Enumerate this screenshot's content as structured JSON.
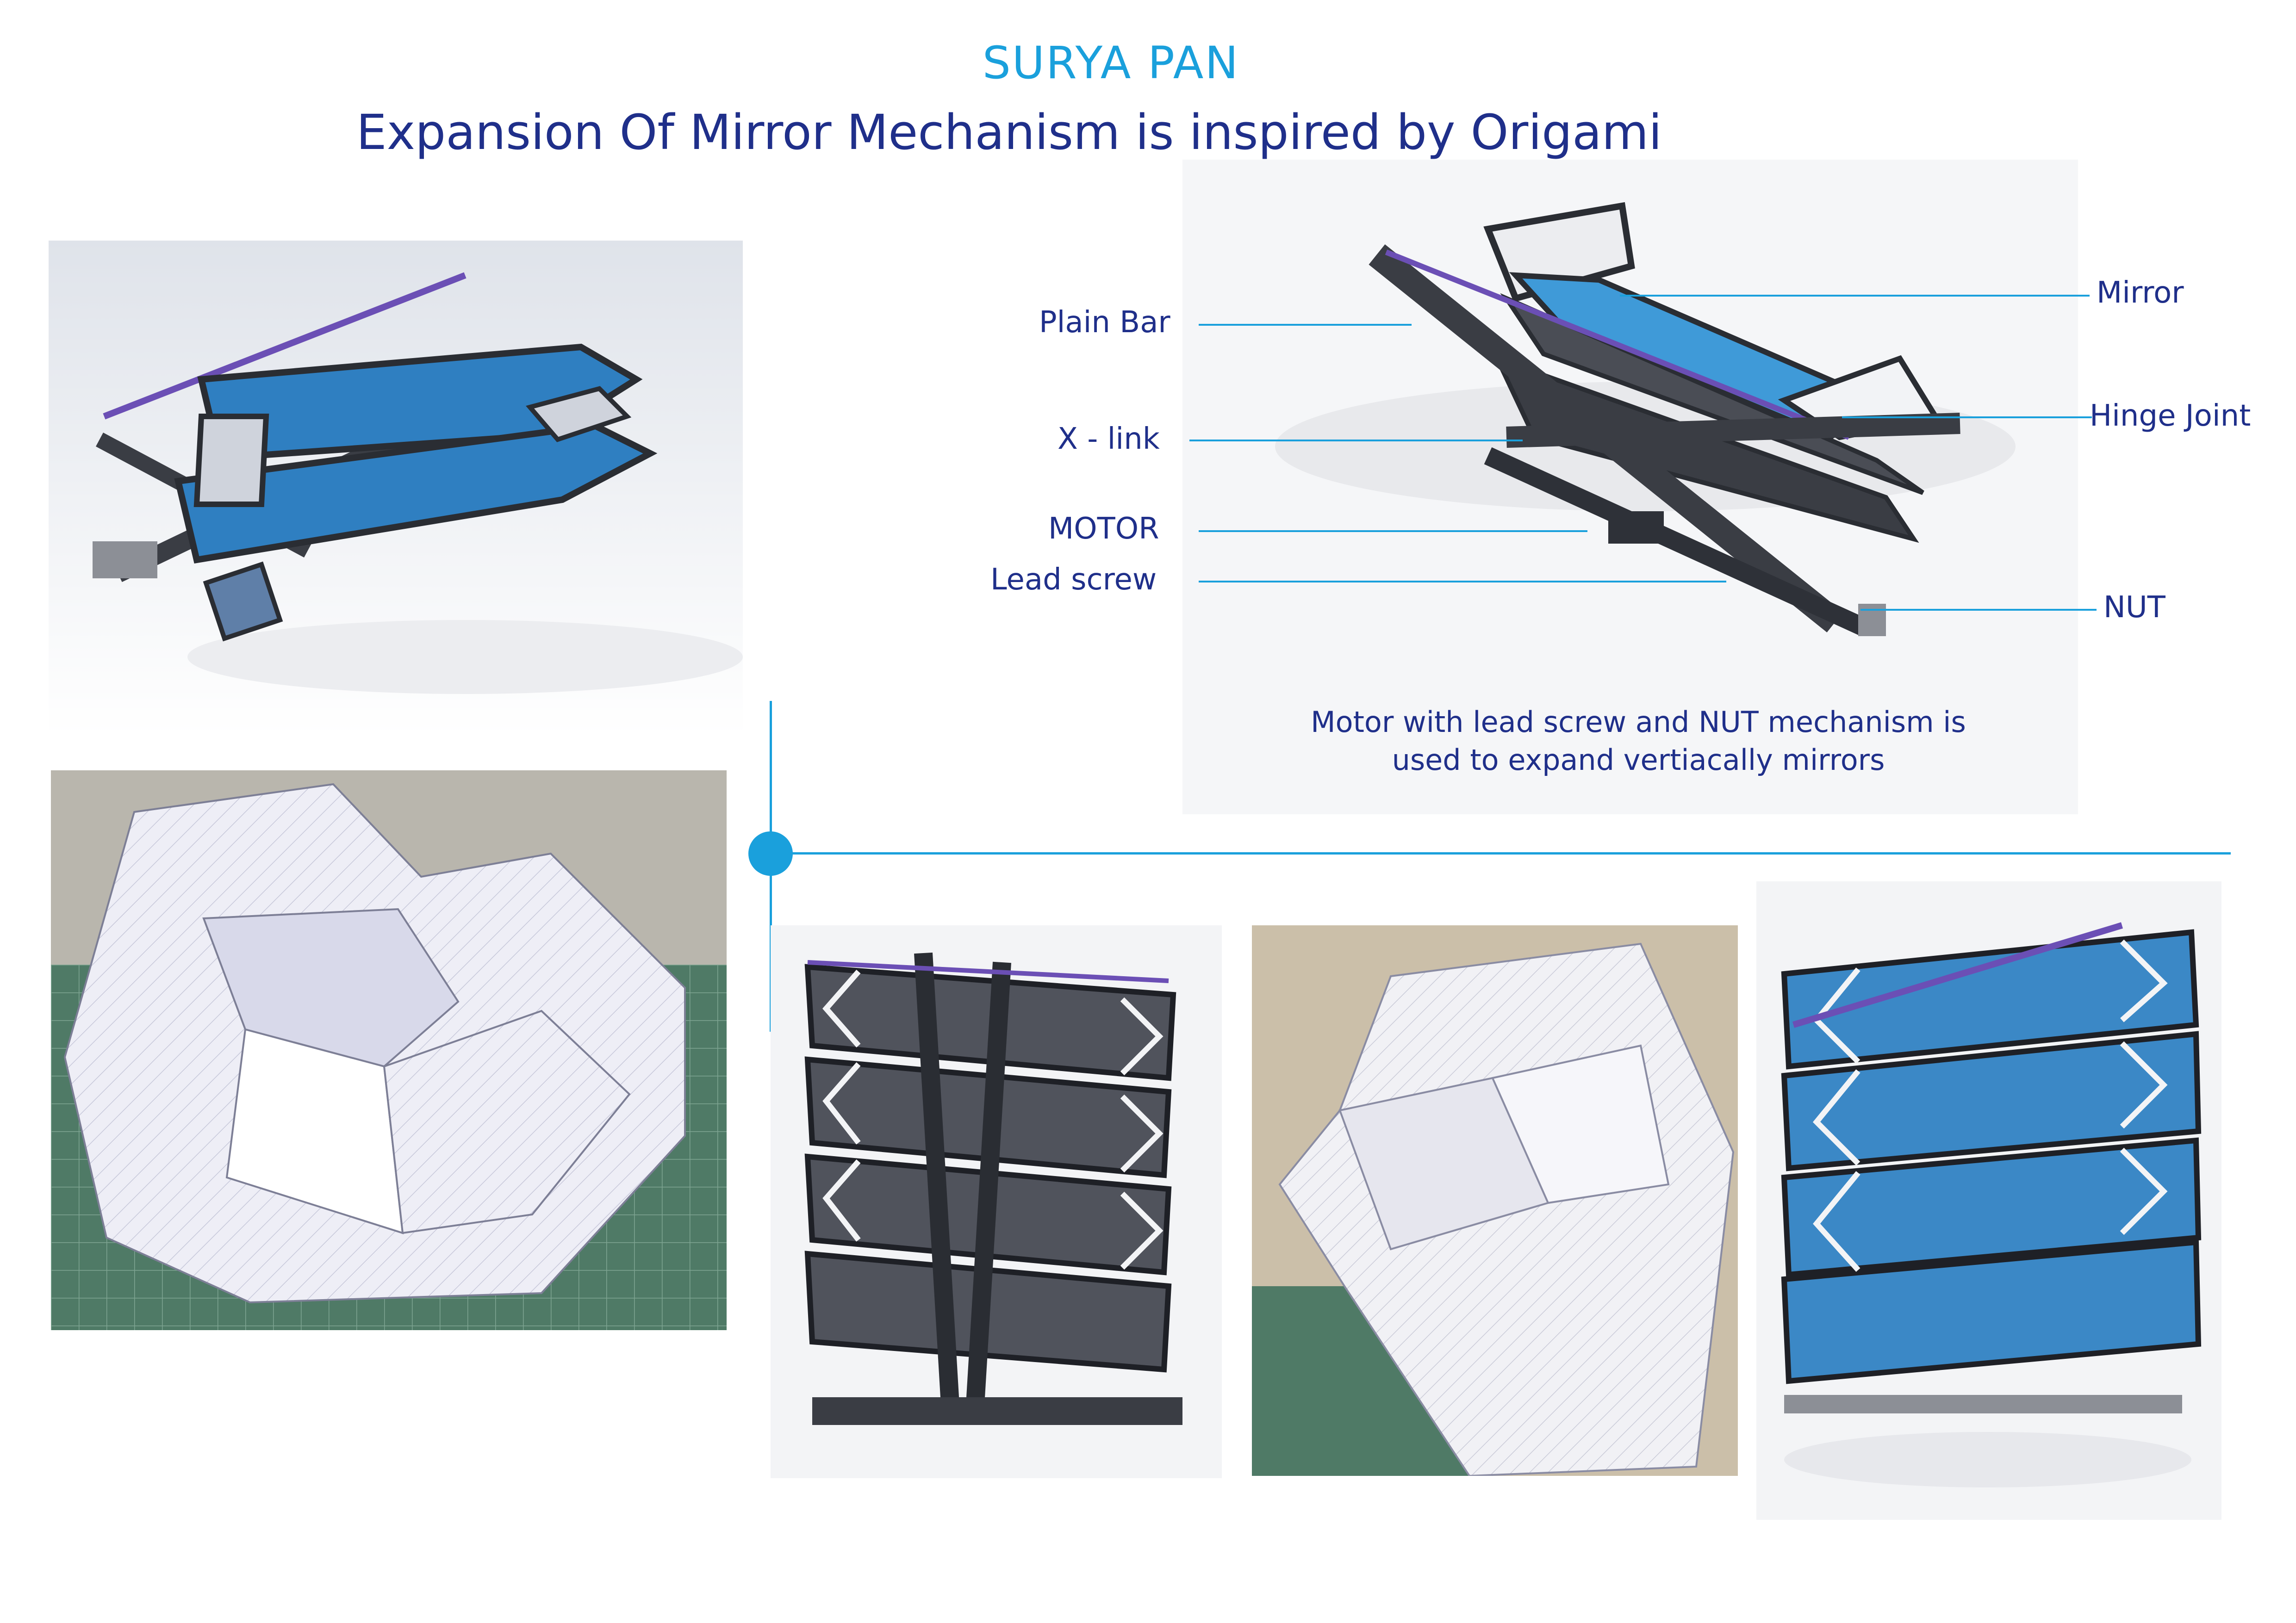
{
  "header": {
    "title": "SURYA PAN",
    "subtitle": "Expansion Of Mirror Mechanism is inspired by Origami"
  },
  "mechanism_labels": {
    "plain_bar": "Plain Bar",
    "x_link": "X - link",
    "motor": "MOTOR",
    "lead_screw": "Lead screw",
    "mirror": "Mirror",
    "hinge_joint": "Hinge Joint",
    "nut": "NUT"
  },
  "caption": {
    "line1": "Motor with lead screw and NUT mechanism is",
    "line2": "used to expand vertiacally mirrors"
  },
  "colors": {
    "accent": "#1aa0dc",
    "navy": "#1f2f8a",
    "mirror_blue": "#2f7fc1",
    "frame_dark": "#3a3d44",
    "cutting_mat": "#4f7a66"
  }
}
